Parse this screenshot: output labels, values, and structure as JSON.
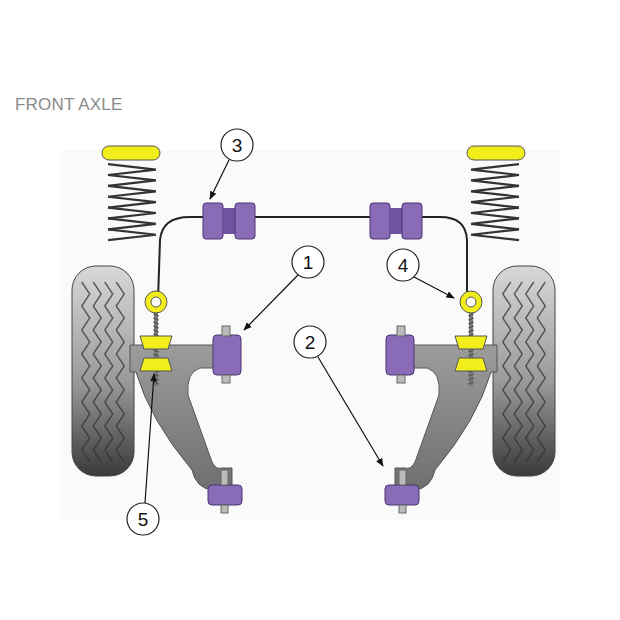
{
  "diagram": {
    "title": "FRONT AXLE",
    "labels": [
      "3",
      "1",
      "4",
      "2",
      "5"
    ]
  }
}
